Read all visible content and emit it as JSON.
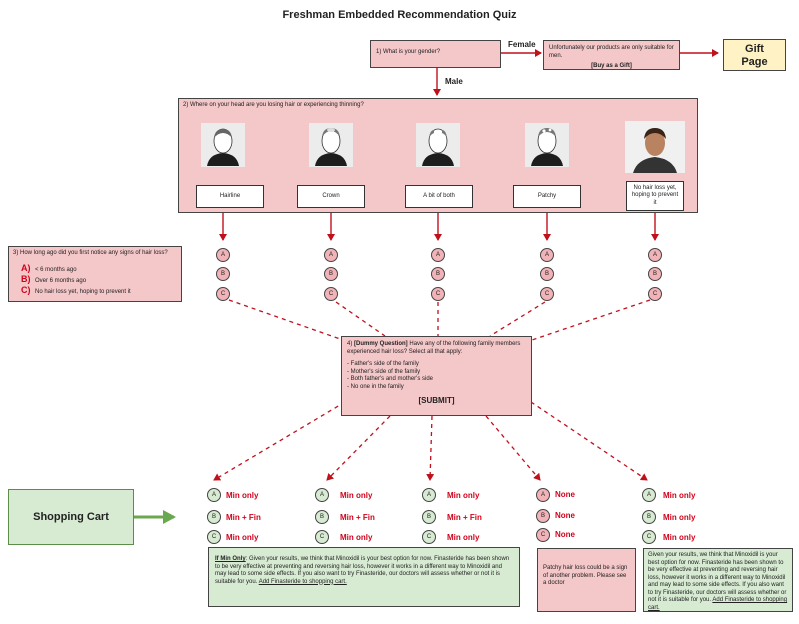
{
  "title": "Freshman Embedded Recommendation Quiz",
  "q1": {
    "text": "1) What is your gender?"
  },
  "labels": {
    "female": "Female",
    "male": "Male"
  },
  "female_note": {
    "line1": "Unfortunately our products are only suitable for men.",
    "line2": "[Buy as a Gift]"
  },
  "gift_page": {
    "line1": "Gift",
    "line2": "Page"
  },
  "q2": {
    "text": "2) Where on your head are you losing hair or experiencing thinning?",
    "options": [
      {
        "label": "Hairline",
        "icon": "hairline-head-icon"
      },
      {
        "label": "Crown",
        "icon": "crown-head-icon"
      },
      {
        "label": "A bit of both",
        "icon": "both-head-icon"
      },
      {
        "label": "Patchy",
        "icon": "patchy-head-icon"
      },
      {
        "label": "No hair loss yet, hoping to prevent it",
        "icon": "man-photo-icon"
      }
    ]
  },
  "q3": {
    "text": "3) How long ago did you first notice any signs of hair loss?",
    "options": [
      {
        "letter": "A)",
        "text": "< 6 months ago"
      },
      {
        "letter": "B)",
        "text": "Over 6 months ago"
      },
      {
        "letter": "C)",
        "text": "No hair loss yet, hoping to prevent it"
      }
    ]
  },
  "abc": [
    "A",
    "B",
    "C"
  ],
  "q4": {
    "prefix": "4) ",
    "bold": "[Dummy Question]",
    "text": " Have any of the following family members experienced hair loss? Select all that apply:",
    "items": [
      "- Father's side of the family",
      "- Mother's side of the family",
      "- Both father's and mother's side",
      "- No one in the family"
    ],
    "submit": "[SUBMIT]"
  },
  "shopping_cart": "Shopping Cart",
  "results": [
    [
      "Min only",
      "Min + Fin",
      "Min only"
    ],
    [
      "Min only",
      "Min + Fin",
      "Min only"
    ],
    [
      "Min only",
      "Min + Fin",
      "Min only"
    ],
    [
      "None",
      "None",
      "None"
    ],
    [
      "Min only",
      "Min only",
      "Min only"
    ]
  ],
  "note_main": {
    "lead": "If Min Only",
    "body": ": Given your results, we think that Minoxidil is your best option for now. Finasteride has been shown to be very effective at preventing and reversing hair loss, however it works in a different way to Minoxidil and may lead to some side effects. If you also want to try Finasteride, our doctors will assess whether or not it is suitable for you. ",
    "link": "Add Finasteride to shopping cart."
  },
  "note_patchy": "Patchy hair loss could be a sign of another problem. Please see a doctor",
  "note_right": {
    "body": "Given your results, we think that Minoxidil is your best option for now. Finasteride has been shown to be very effective at preventing and reversing hair loss, however it works in a different way to Minoxidil and may lead to some side effects. If you also want to try Finasteride, our doctors will assess whether or not it is suitable for you. ",
    "link": "Add Finasteride to shopping cart."
  },
  "colors": {
    "arrow": "#c0101c",
    "pink": "#f4c7c9",
    "green": "#d7ead2",
    "yellow": "#fff2c4",
    "cart_arrow": "#6aa84f"
  }
}
